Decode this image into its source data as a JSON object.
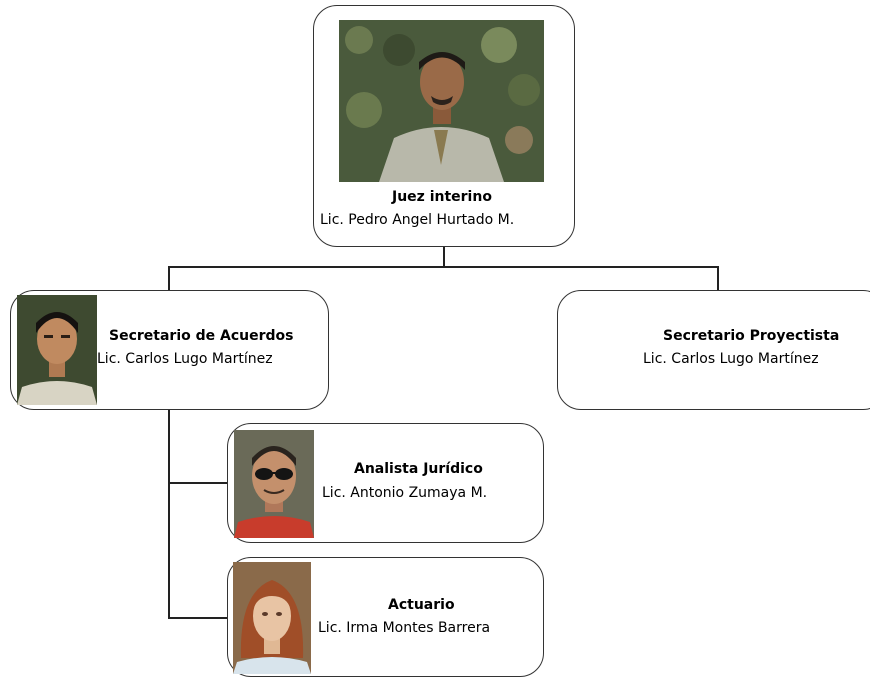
{
  "judge": {
    "role": "Juez interino",
    "name": "Lic. Pedro Angel Hurtado M."
  },
  "secretario_acuerdos": {
    "role": "Secretario de Acuerdos",
    "name": "Lic. Carlos Lugo Martínez"
  },
  "secretario_proyectista": {
    "role": "Secretario Proyectista",
    "name": "Lic. Carlos Lugo Martínez"
  },
  "analista": {
    "role": "Analista Jurídico",
    "name": "Lic. Antonio Zumaya M."
  },
  "actuario": {
    "role": "Actuario",
    "name": "Lic. Irma Montes Barrera"
  },
  "colors": {
    "border": "#333333",
    "line": "#222222",
    "background": "#ffffff"
  }
}
